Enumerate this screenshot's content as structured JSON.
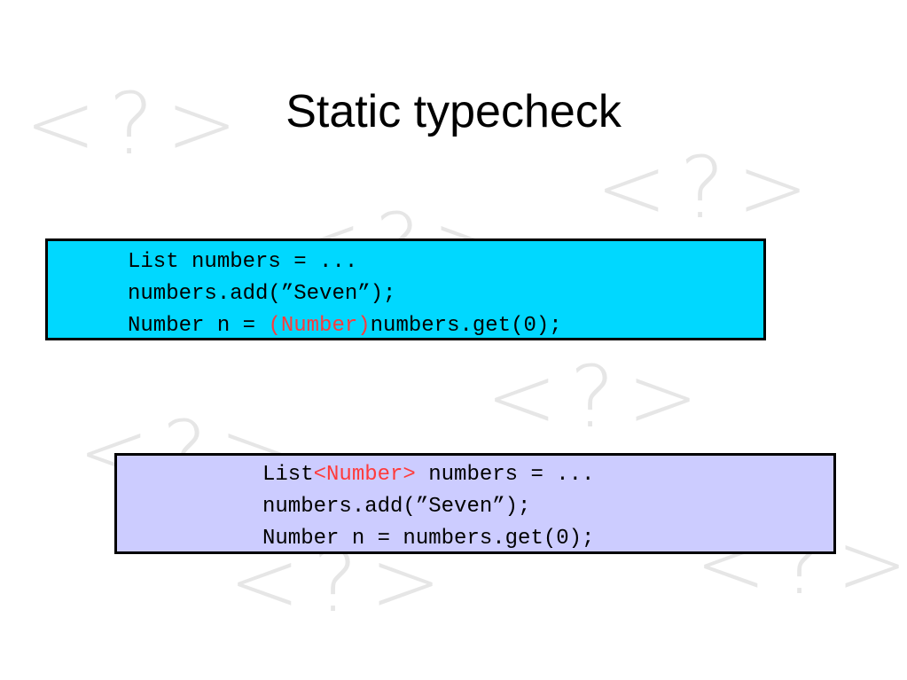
{
  "slide": {
    "title": "Static typecheck",
    "watermark_glyph": "<?>"
  },
  "code_block_1": {
    "background": "#00d8ff",
    "line1": "List numbers = ...",
    "line2": "numbers.add(”Seven”);",
    "line3_pre": "Number n = ",
    "line3_cast": "(Number)",
    "line3_post": "numbers.get(0);"
  },
  "code_block_2": {
    "background": "#ccccff",
    "line1_pre": "List",
    "line1_generic": "<Number>",
    "line1_post": " numbers = ...",
    "line2": "numbers.add(”Seven”);",
    "line3": "Number n = numbers.get(0);"
  },
  "colors": {
    "highlight": "#ff3b3b",
    "watermark": "#e6e6e6"
  }
}
